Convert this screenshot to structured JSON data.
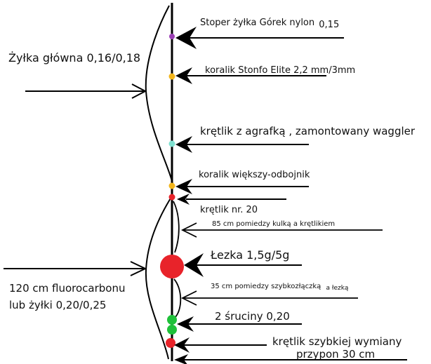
{
  "labels": {
    "stoper": "Stoper żyłka Górek nylon",
    "stoper_size": "0,15",
    "koralik_stonfo": "koralik Stonfo Elite 2,2 mm/3mm",
    "zylka_glowna": "Żyłka główna 0,16/0,18",
    "kretlik_agrafka": "krętlik z agrafką , zamontowany waggler",
    "koralik_odbojnik": "koralik większy-odbojnik",
    "kretlik_nr20": "krętlik nr. 20",
    "dist_85": "85 cm pomiedzy kulką a krętlikiem",
    "lezka": "Łezka 1,5g/5g",
    "fluoro_line1": "120 cm fluorocarbonu",
    "fluoro_line2": "lub żyłki 0,20/0,25",
    "dist_35": "35 cm pomiedzy szybkozłączką",
    "dist_35_b": "a łezką",
    "sruciny": "2 śruciny 0,20",
    "kretlik_szybkiej": "krętlik szybkiej wymiany",
    "przypon": "przypon 30 cm"
  },
  "colors": {
    "line": "#000000",
    "stoper_bead": "#9b3fb5",
    "stonfo_bead": "#f2b51c",
    "swivel_bead": "#7fe0d0",
    "odbojnik_bead": "#f2b51c",
    "red": "#e8232a",
    "green": "#1fc13a"
  }
}
